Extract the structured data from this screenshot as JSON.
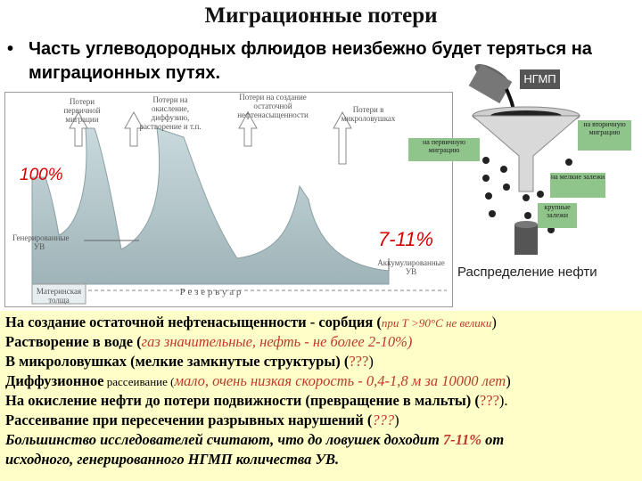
{
  "title": "Миграционные потери",
  "bullet": "Часть углеводородных флюидов неизбежно будет теряться на миграционных путях.",
  "diagram": {
    "labels": {
      "primary": "Потери первичной миграции",
      "oxidation": "Потери на окисление, диффузию, растворение и т.п.",
      "residual": "Потери на создание остаточной нефтенасыщенности",
      "micro": "Потери в микроловушках",
      "generated": "Генерированные УВ",
      "accumulated": "Аккумулированные УВ",
      "source": "Материнская толща",
      "reservoir": "Р е з е р в у а р"
    },
    "percent_start": "100%",
    "percent_end": "7-11%"
  },
  "funnel": {
    "ngmp": "НГМП",
    "primary_migration": "на первичную миграцию",
    "secondary_migration": "на вторичную миграцию",
    "small": "на мелкие залежи",
    "large": "крупные залежи",
    "caption": "Распределение нефти"
  },
  "bottom": {
    "l1a": "На создание остаточной нефтенасыщенности - сорбция (",
    "l1b": "при Т >90°С не велики",
    "l1c": ")",
    "l2a": "Растворение в воде (",
    "l2b": "газ значительные, нефть - не более 2-10%)",
    "l3a": "В микроловушках (мелкие замкнутые структуры) (",
    "l3b": "???",
    "l3c": ")",
    "l4a": "Диффузионное",
    "l4b": " рассеивание (",
    "l4c": "мало, очень низкая скорость - 0,4-1,8 м за 10000 лет",
    "l4d": ")",
    "l5a": "На окисление нефти до потери подвижности (превращение в мальты) (",
    "l5b": "???",
    "l5c": ").",
    "l6a": "Рассеивание при пересечении разрывных нарушений (",
    "l6b": "???",
    "l6c": ")",
    "l7a": "Большинство исследователей считают, что до ловушек доходит ",
    "l7b": "7-11%",
    "l7c": " от",
    "l8": "исходного, генерированного НГМП количества УВ."
  }
}
